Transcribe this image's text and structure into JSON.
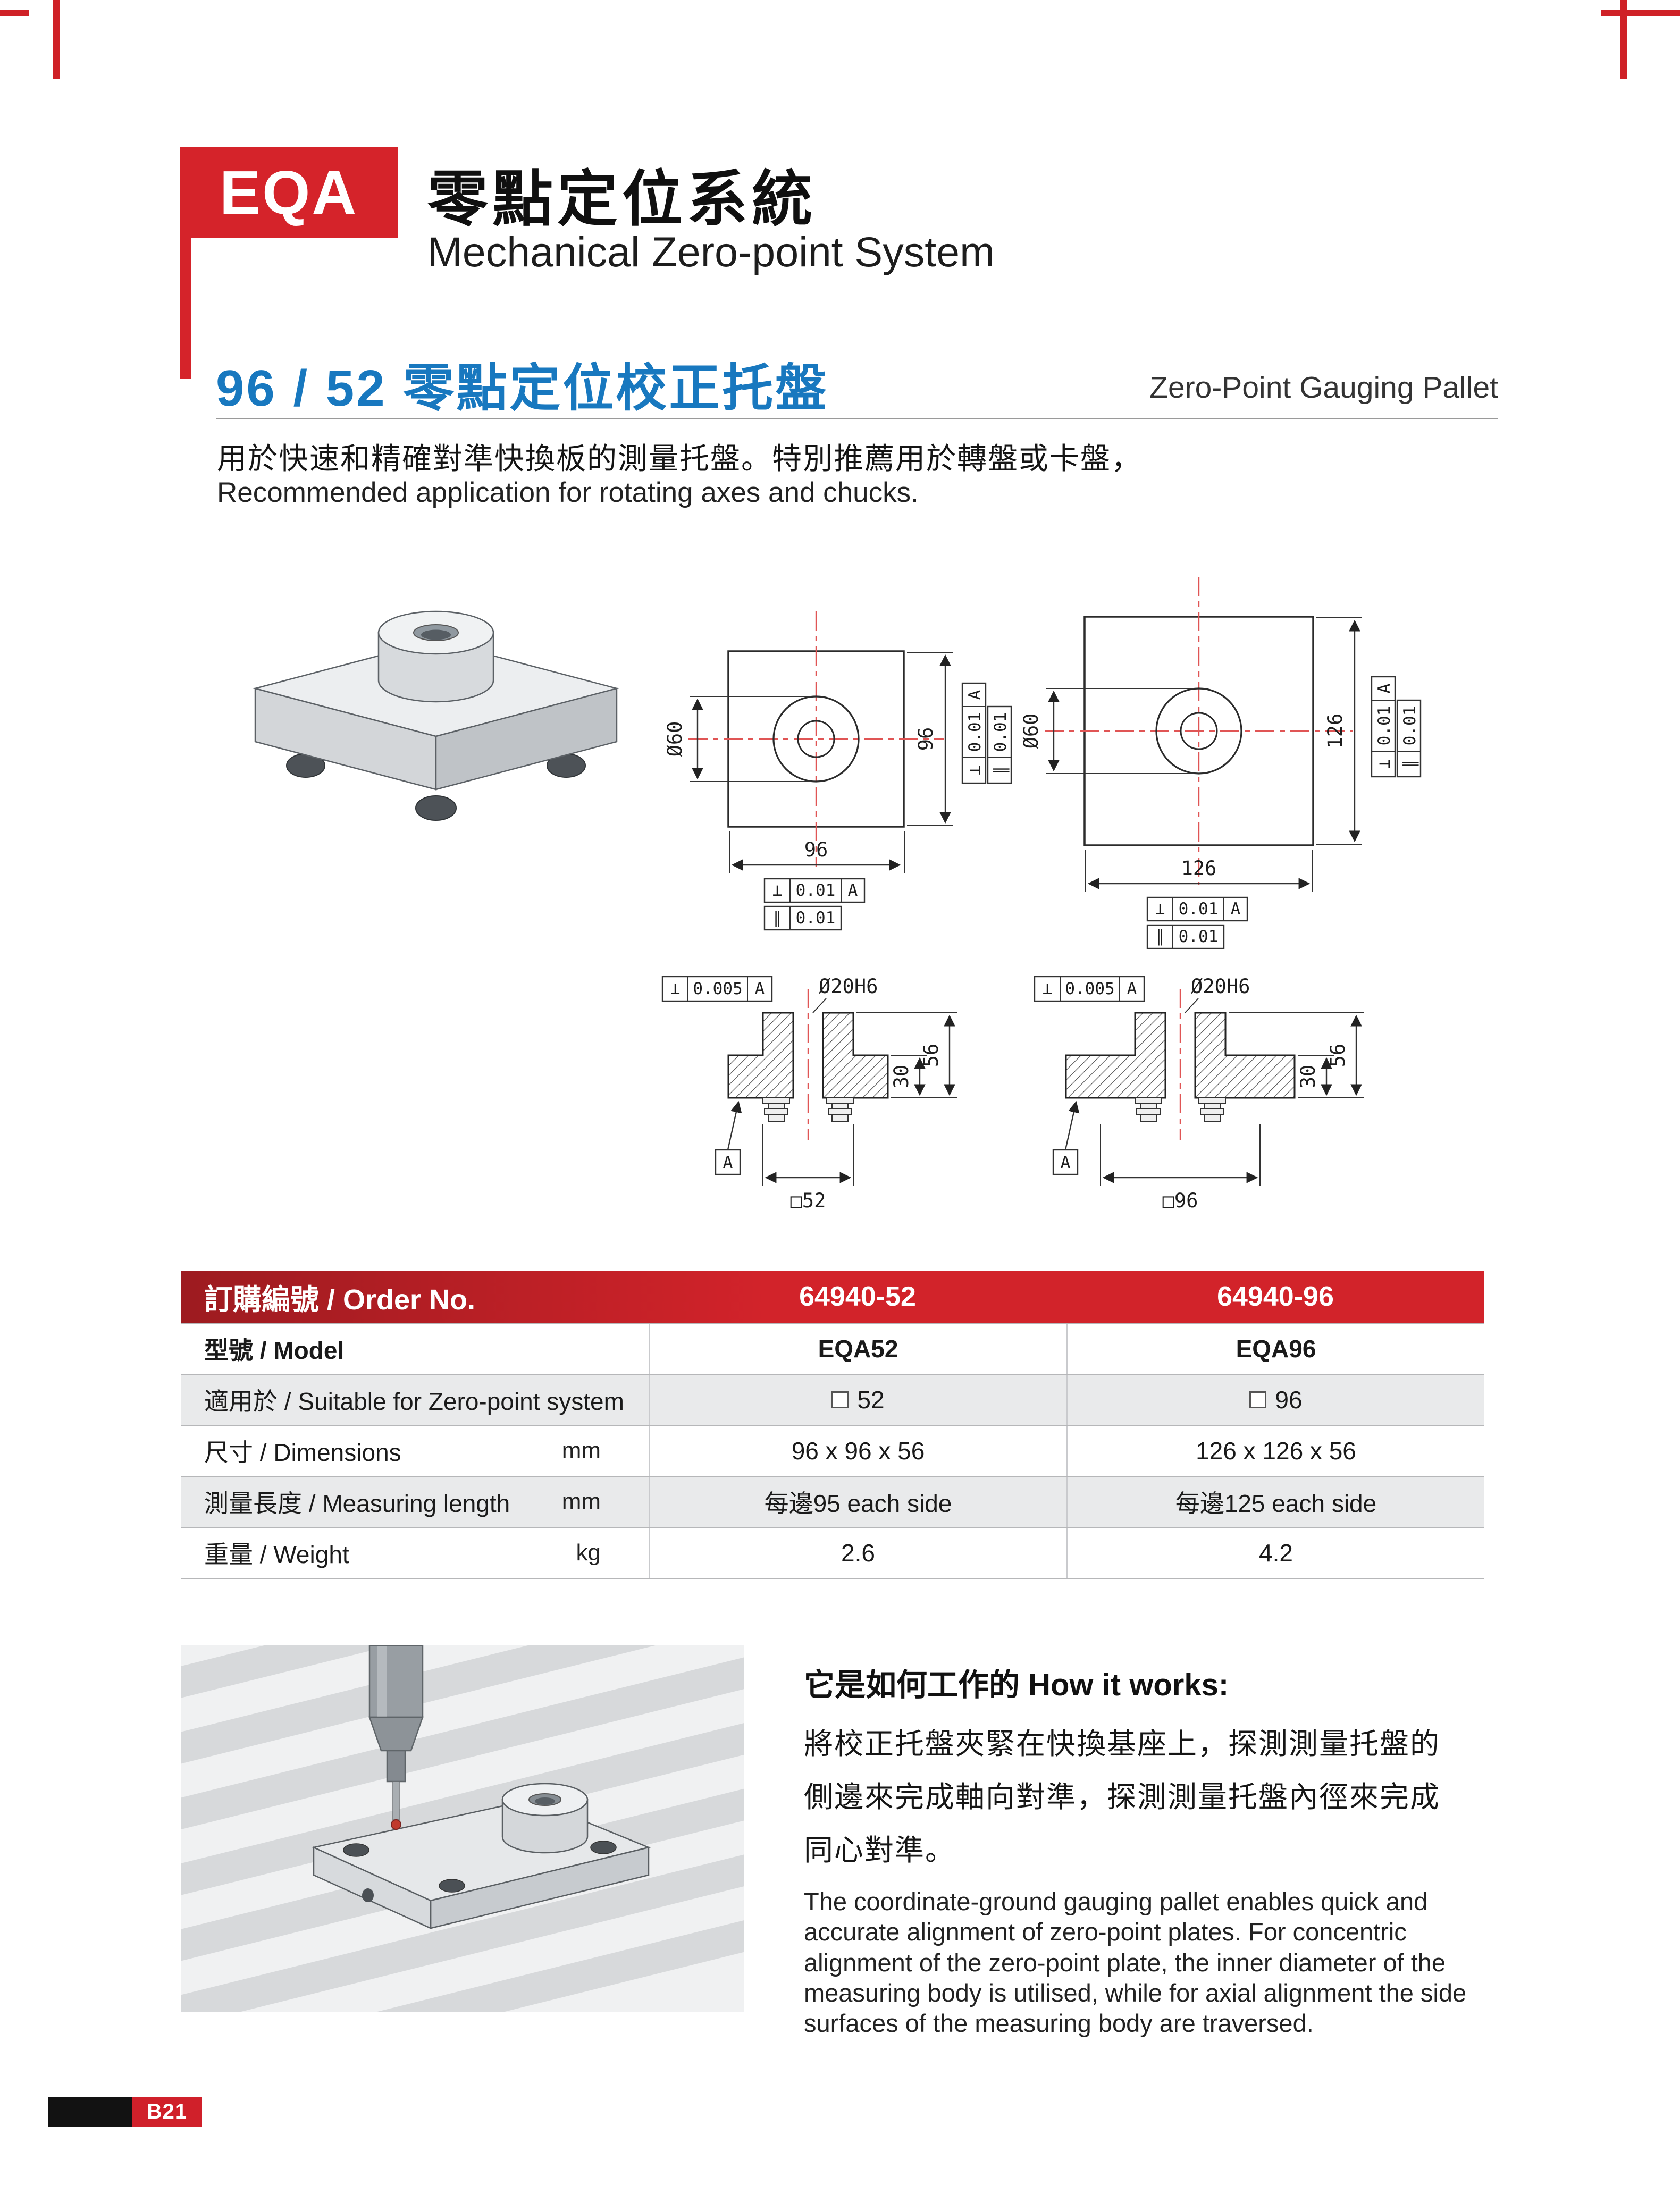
{
  "brand": {
    "code": "EQA",
    "system_zh": "零點定位系統",
    "system_en": "Mechanical Zero-point System"
  },
  "section": {
    "title_zh": "96 / 52 零點定位校正托盤",
    "title_en": "Zero-Point Gauging Pallet",
    "desc_zh": "用於快速和精確對準快換板的測量托盤。特別推薦用於轉盤或卡盤，",
    "desc_en": "Recommended application for rotating axes and chucks."
  },
  "drawing": {
    "dia60": "Ø60",
    "dia20h6": "Ø20H6",
    "dim96": "96",
    "dim126": "126",
    "dim30": "30",
    "dim56": "56",
    "sq52": "□52",
    "sq96": "□96",
    "tol_001": "0.01",
    "tol_0005": "0.005",
    "datum_a": "A",
    "sym_perp": "⊥",
    "sym_par": "∥"
  },
  "table": {
    "header": {
      "label": "訂購編號 / Order No.",
      "col1": "64940-52",
      "col2": "64940-96"
    },
    "rows": [
      {
        "label": "型號 / Model",
        "unit": "",
        "col1": "EQA52",
        "col2": "EQA96"
      },
      {
        "label": "適用於 / Suitable for Zero-point system",
        "unit": "",
        "col1": "52",
        "col2": "96"
      },
      {
        "label": "尺寸 / Dimensions",
        "unit": "mm",
        "col1": "96 x 96 x 56",
        "col2": "126 x 126 x 56"
      },
      {
        "label": "測量長度 / Measuring length",
        "unit": "mm",
        "col1": "每邊95 each side",
        "col2": "每邊125 each side"
      },
      {
        "label": "重量 / Weight",
        "unit": "kg",
        "col1": "2.6",
        "col2": "4.2"
      }
    ]
  },
  "how": {
    "heading": "它是如何工作的 How it works:",
    "zh1": "將校正托盤夾緊在快換基座上，探測測量托盤的",
    "zh2": "側邊來完成軸向對準，探測測量托盤內徑來完成",
    "zh3": "同心對準。",
    "en": "The coordinate-ground gauging pallet enables quick and accurate alignment of zero-point plates. For concentric alignment of the zero-point plate, the inner diameter of the measuring body is utilised, while for axial alignment the side surfaces of the measuring body are traversed."
  },
  "footer": {
    "page": "B21"
  }
}
